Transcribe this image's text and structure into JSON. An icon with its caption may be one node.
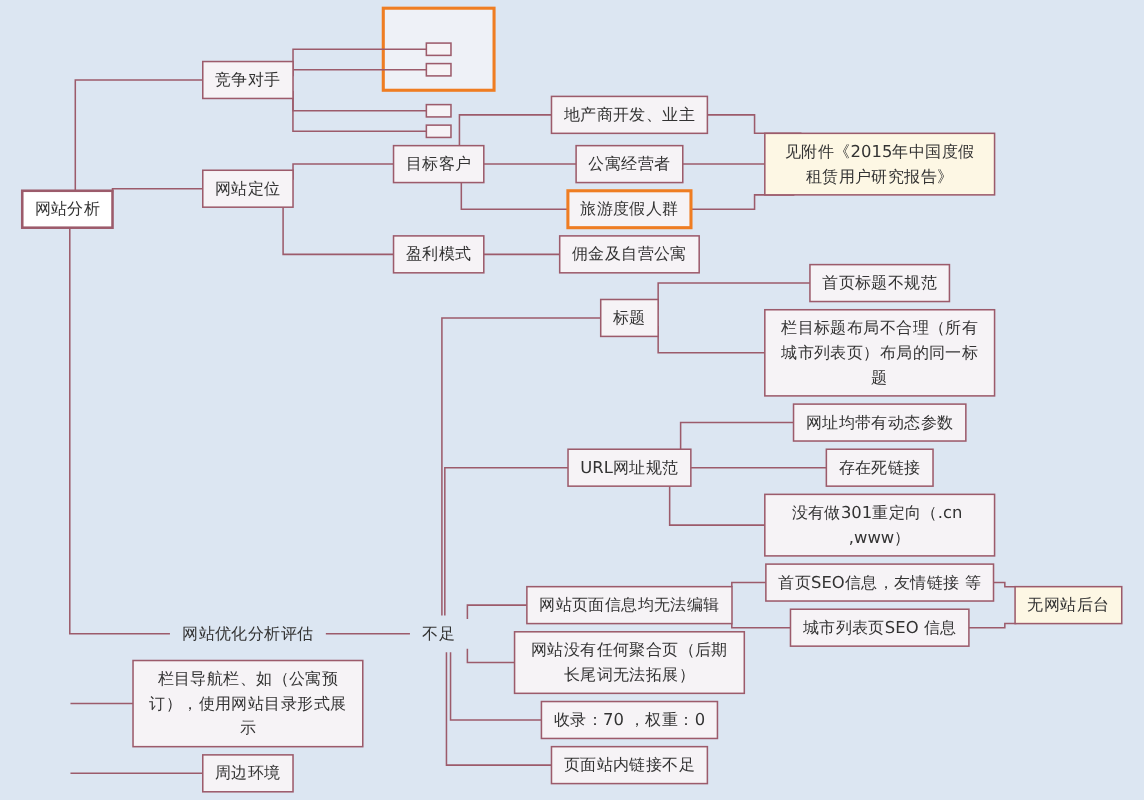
{
  "diagram": {
    "nodes": [
      {
        "text": [
          "网站分析"
        ]
      },
      {
        "text": [
          "网站定位"
        ]
      },
      {
        "text": [
          "目标客户"
        ]
      },
      {
        "text": [
          "地产商开发、业主"
        ]
      },
      {
        "text": [
          "公寓经营者"
        ]
      },
      {
        "text": [
          "旅游度假人群"
        ]
      },
      {
        "text": [
          "见附件《2015年中国度假租赁用户研究报告》"
        ]
      },
      {
        "text": [
          "盈利模式"
        ]
      },
      {
        "text": [
          "佣金及自营公寓"
        ]
      },
      {
        "text": [
          "竞争对手"
        ]
      },
      {
        "text": [],
        "shape": "box"
      },
      {
        "text": [],
        "shape": "box"
      },
      {
        "text": [],
        "shape": "box"
      },
      {
        "text": [],
        "shape": "box",
        "in": 12
      },
      {
        "text": [],
        "shape": "box",
        "in": 12
      },
      {
        "text": [
          "网站优化分析评估"
        ]
      },
      {
        "text": [
          "不足"
        ]
      },
      {
        "text": [
          "标题"
        ]
      },
      {
        "text": [
          "首页标题不规范"
        ]
      },
      {
        "text": [
          "栏目标题布局不合理（所有城市列表页）布局的同一标题"
        ]
      },
      {
        "text": [
          "URL网址规范"
        ]
      },
      {
        "text": [
          "网址均带有动态参数"
        ]
      },
      {
        "text": [
          "存在死链接"
        ]
      },
      {
        "text": [
          "没有做301重定向（.cn ,www）"
        ]
      },
      {
        "text": [
          "网站页面信息均无法编辑"
        ]
      },
      {
        "text": [
          "首页SEO信息，友情链接 等"
        ]
      },
      {
        "text": [
          "城市列表页SEO 信息"
        ]
      },
      {
        "text": [
          "无网站后台"
        ]
      },
      {
        "text": [
          "网站没有任何聚合页（后期长尾词无法拓展）"
        ]
      },
      {
        "text": [
          "收录：70 ，权重：0"
        ]
      },
      {
        "text": [
          "页面站内链接不足"
        ]
      },
      {
        "text": [
          "栏目导航栏、如（公寓预订），使用网站目录形式展示"
        ]
      },
      {
        "text": [
          "周边环境"
        ]
      }
    ],
    "edges": [
      {
        "from": 0,
        "to": 1,
        "arrow": "none"
      },
      {
        "from": 0,
        "to": 9,
        "arrow": "none"
      },
      {
        "from": 0,
        "to": 15,
        "arrow": "none"
      },
      {
        "from": 1,
        "to": 2,
        "arrow": "none"
      },
      {
        "from": 1,
        "to": 7,
        "arrow": "none"
      },
      {
        "from": 2,
        "to": 3,
        "arrow": "none"
      },
      {
        "from": 2,
        "to": 4,
        "arrow": "none"
      },
      {
        "from": 2,
        "to": 5,
        "arrow": "none"
      },
      {
        "from": 3,
        "to": 6,
        "arrow": "none"
      },
      {
        "from": 4,
        "to": 6,
        "arrow": "none"
      },
      {
        "from": 5,
        "to": 6,
        "arrow": "none"
      },
      {
        "from": 7,
        "to": 8,
        "arrow": "none"
      },
      {
        "from": 9,
        "to": 10,
        "arrow": "none"
      },
      {
        "from": 9,
        "to": 11,
        "arrow": "none"
      },
      {
        "from": 9,
        "to": 13,
        "arrow": "none"
      },
      {
        "from": 9,
        "to": 14,
        "arrow": "none"
      },
      {
        "from": 15,
        "to": 16,
        "arrow": "none"
      },
      {
        "from": 16,
        "to": 17,
        "arrow": "none"
      },
      {
        "from": 17,
        "to": 18,
        "arrow": "none"
      },
      {
        "from": 17,
        "to": 19,
        "arrow": "none"
      },
      {
        "from": 16,
        "to": 20,
        "arrow": "none"
      },
      {
        "from": 20,
        "to": 21,
        "arrow": "none"
      },
      {
        "from": 20,
        "to": 22,
        "arrow": "none"
      },
      {
        "from": 20,
        "to": 23,
        "arrow": "none"
      },
      {
        "from": 16,
        "to": 24,
        "arrow": "none"
      },
      {
        "from": 24,
        "to": 25,
        "arrow": "none"
      },
      {
        "from": 24,
        "to": 26,
        "arrow": "none"
      },
      {
        "from": 25,
        "to": 27,
        "arrow": "none"
      },
      {
        "from": 26,
        "to": 27,
        "arrow": "none"
      },
      {
        "from": 16,
        "to": 28,
        "arrow": "none"
      },
      {
        "from": 16,
        "to": 29,
        "arrow": "none"
      },
      {
        "from": 16,
        "to": 30,
        "arrow": "none"
      },
      {
        "from": null,
        "to": 31,
        "arrow": "none"
      },
      {
        "from": null,
        "to": 32,
        "arrow": "none"
      }
    ]
  }
}
